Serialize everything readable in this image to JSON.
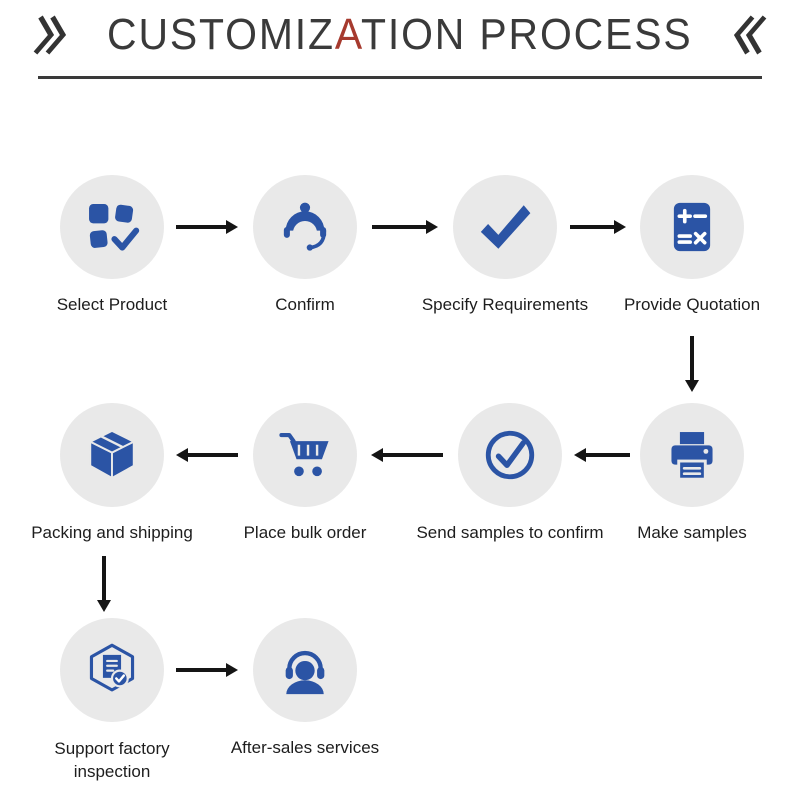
{
  "title": {
    "pre": "CUSTOMIZ",
    "accent": "A",
    "post": "TION PROCESS"
  },
  "decor": {
    "left": "double-chevron-right-icon",
    "right": "double-chevron-left-icon"
  },
  "colors": {
    "icon_blue": "#2b54a5",
    "circle_bg": "#e9e9e9",
    "title_text": "#3a3a3a",
    "title_accent": "#a63a2e",
    "arrow": "#151515",
    "label_text": "#1d1d1d"
  },
  "steps": [
    {
      "label": "Select Product",
      "icon": "product-grid-check-icon"
    },
    {
      "label": "Confirm",
      "icon": "support-agent-icon"
    },
    {
      "label": "Specify Requirements",
      "icon": "checkmark-icon"
    },
    {
      "label": "Provide Quotation",
      "icon": "calculator-icon"
    },
    {
      "label": "Make samples",
      "icon": "printer-icon"
    },
    {
      "label": "Send samples to confirm",
      "icon": "circle-check-icon"
    },
    {
      "label": "Place bulk order",
      "icon": "shopping-cart-icon"
    },
    {
      "label": "Packing and shipping",
      "icon": "package-box-icon"
    },
    {
      "label": "Support factory inspection",
      "icon": "factory-inspection-icon"
    },
    {
      "label": "After-sales services",
      "icon": "headset-person-icon"
    }
  ]
}
